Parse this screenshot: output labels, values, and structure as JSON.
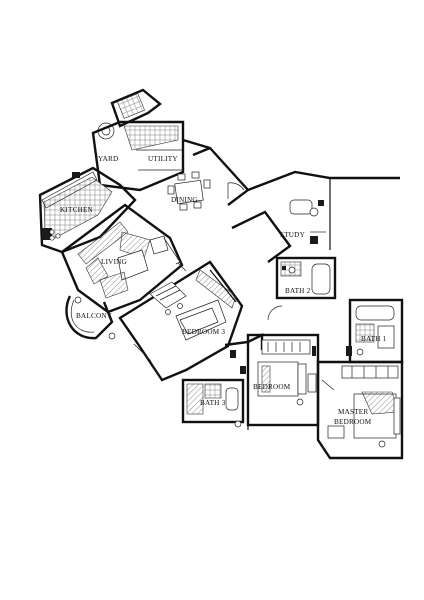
{
  "floor_plan": {
    "rooms": {
      "yard": "YARD",
      "utility": "UTILITY",
      "dining": "DINING",
      "kitchen": "KITCHEN",
      "study": "STUDY",
      "living": "LIVING",
      "bath_2": "BATH 2",
      "balcony": "BALCONY",
      "bedroom_3": "BEDROOM 3",
      "bath_1": "BATH 1",
      "bedroom": "BEDROOM",
      "bath_3": "BATH 3",
      "master_bedroom_line1": "MASTER",
      "master_bedroom_line2": "BEDROOM"
    }
  }
}
